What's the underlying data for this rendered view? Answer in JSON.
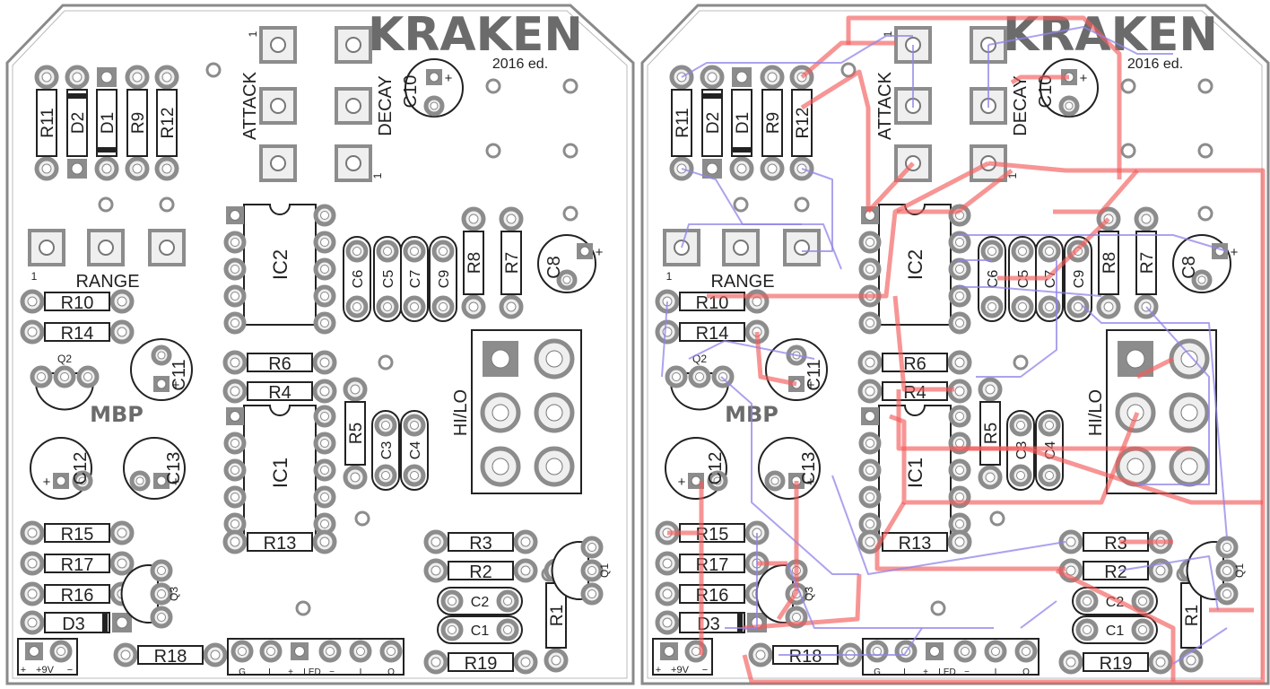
{
  "boards": [
    {
      "id": "left",
      "show_traces": false
    },
    {
      "id": "right",
      "show_traces": true
    }
  ],
  "title": "KRAKEN",
  "edition": "2016 ed.",
  "mbp": "MBP",
  "pots": {
    "attack": "ATTACK",
    "decay": "DECAY",
    "range": "RANGE",
    "pin1": "1"
  },
  "switch": "HI/LO",
  "ics": {
    "ic1": "IC1",
    "ic2": "IC2"
  },
  "resistors": [
    "R11",
    "R9",
    "R12",
    "R10",
    "R14",
    "R6",
    "R4",
    "R5",
    "R8",
    "R7",
    "R13",
    "R15",
    "R17",
    "R16",
    "R18",
    "R3",
    "R2",
    "R1",
    "R19"
  ],
  "diodes": [
    "D2",
    "D1",
    "D3"
  ],
  "film_caps": [
    "C6",
    "C5",
    "C7",
    "C9",
    "C3",
    "C4",
    "C2",
    "C1"
  ],
  "electrolytic_caps": [
    "C10",
    "C8",
    "C11",
    "C12",
    "C13"
  ],
  "transistors": [
    "Q2",
    "Q3",
    "Q1"
  ],
  "power_labels": {
    "plus": "+",
    "voltage": "+9V",
    "minus": "−"
  },
  "io_labels": [
    "G",
    "L",
    "+",
    "LED",
    "−",
    "I",
    "O"
  ],
  "colors": {
    "outline": "#8a8a8a",
    "pad": "#8c8c8c",
    "pad_fill": "#efefef",
    "top_trace": "#f25c5c",
    "bottom_trace": "#8f84e8",
    "silk": "#222222",
    "title": "#6b6b6b"
  }
}
